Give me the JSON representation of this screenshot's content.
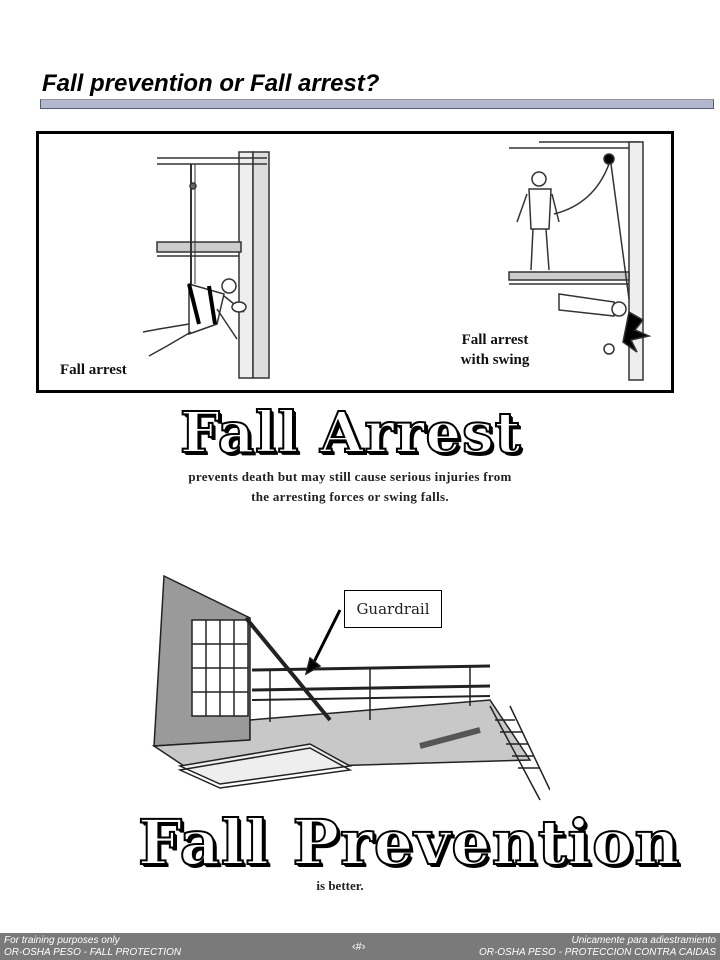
{
  "title": "Fall prevention or Fall arrest?",
  "top_panel": {
    "label_left": "Fall arrest",
    "label_right_line1": "Fall arrest",
    "label_right_line2": "with swing"
  },
  "arrest": {
    "heading": "Fall Arrest",
    "desc_line1": "prevents death but may still cause serious injuries from",
    "desc_line2": "the arresting forces or swing falls."
  },
  "prevention": {
    "callout": "Guardrail",
    "heading": "Fall Prevention",
    "desc": "is better."
  },
  "footer": {
    "left_line1": "For training purposes only",
    "left_line2": "OR-OSHA PESO - FALL PROTECTION",
    "center": "‹#›",
    "right_line1": "Unicamente para adiestramiento",
    "right_line2": "OR-OSHA PESO - PROTECCION CONTRA CAIDAS"
  }
}
